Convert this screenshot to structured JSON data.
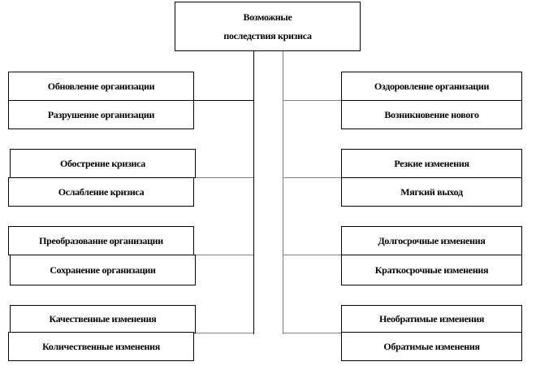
{
  "root": {
    "line1": "Возможные",
    "line2": "последствия кризиса"
  },
  "left": [
    {
      "top": "Обновление организации",
      "bottom": "Разрушение  организации"
    },
    {
      "top": "Обострение кризиса",
      "bottom": "Ослабление кризиса"
    },
    {
      "top": "Преобразование организации",
      "bottom": "Сохранение организации"
    },
    {
      "top": "Качественные изменения",
      "bottom": "Количественные изменения"
    }
  ],
  "right": [
    {
      "top": "Оздоровление организации",
      "bottom": "Возникновение  нового"
    },
    {
      "top": "Резкие изменения",
      "bottom": "Мягкий выход"
    },
    {
      "top": "Долгосрочные изменения",
      "bottom": "Краткосрочные изменения"
    },
    {
      "top": "Необратимые изменения",
      "bottom": "Обратимые изменения"
    }
  ]
}
